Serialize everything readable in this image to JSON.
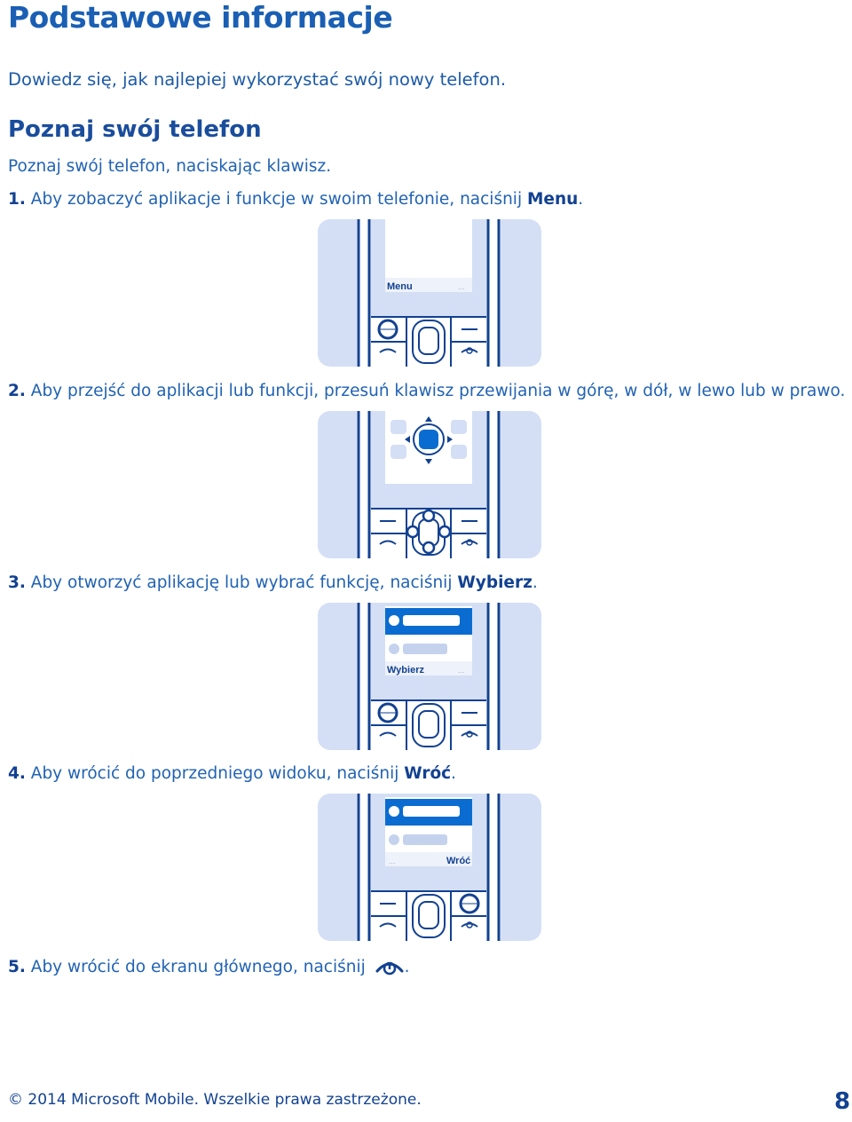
{
  "title": "Podstawowe informacje",
  "intro": "Dowiedz się, jak najlepiej wykorzystać swój nowy telefon.",
  "section_heading": "Poznaj swój telefon",
  "section_lead": "Poznaj swój telefon, naciskając klawisz.",
  "steps": [
    {
      "num": "1.",
      "text": " Aby zobaczyć aplikacje i funkcje w swoim telefonie, naciśnij ",
      "bold": "Menu",
      "end": "."
    },
    {
      "num": "2.",
      "text": " Aby przejść do aplikacji lub funkcji, przesuń klawisz przewijania w górę, w dół, w lewo lub w prawo.",
      "bold": "",
      "end": ""
    },
    {
      "num": "3.",
      "text": " Aby otworzyć aplikację lub wybrać funkcję, naciśnij ",
      "bold": "Wybierz",
      "end": "."
    },
    {
      "num": "4.",
      "text": " Aby wrócić do poprzedniego widoku, naciśnij ",
      "bold": "Wróć",
      "end": "."
    },
    {
      "num": "5.",
      "text": " Aby wrócić do ekranu głównego, naciśnij ",
      "bold": "",
      "end": "."
    }
  ],
  "illustrations": {
    "phone1_softkey": "Menu",
    "phone1_dots": "...",
    "phone3_softkey": "Wybierz",
    "phone3_dots": "...",
    "phone4_softkey": "Wróć",
    "phone4_dots": "..."
  },
  "icons": {
    "end_key": "end-call-icon"
  },
  "colors": {
    "brand_blue": "#124191",
    "accent_blue": "#0a6cd0",
    "phone_bg": "#d4dff5"
  },
  "footer": "© 2014 Microsoft Mobile. Wszelkie prawa zastrzeżone.",
  "page_number": "8"
}
